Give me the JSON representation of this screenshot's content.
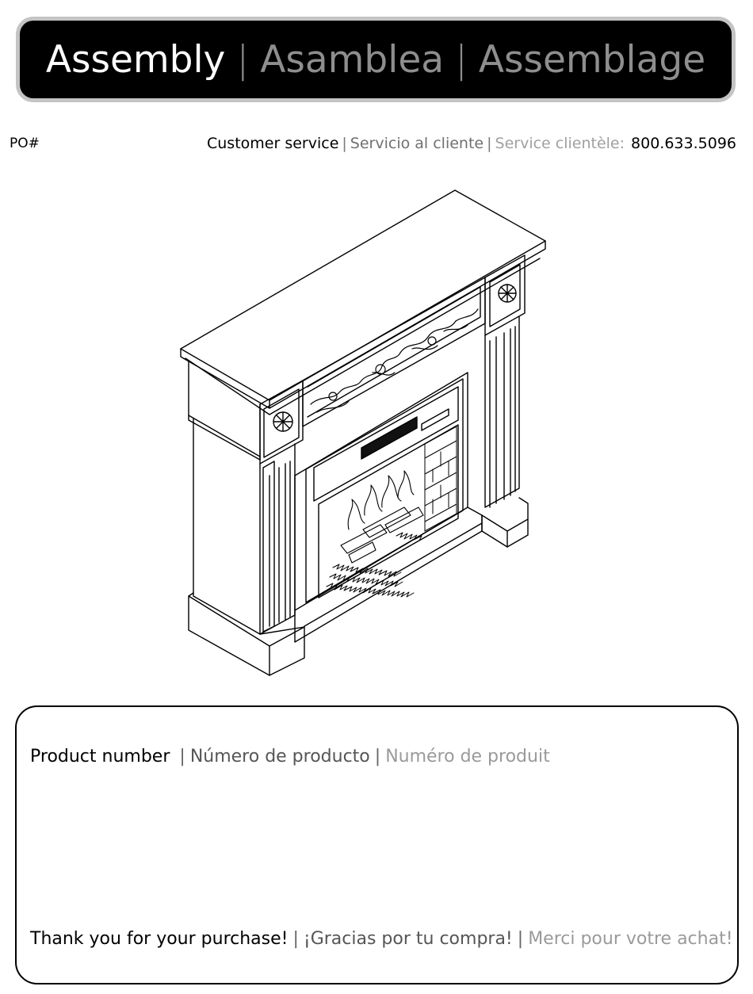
{
  "header": {
    "title_en": "Assembly",
    "title_es": "Asamblea",
    "title_fr": "Assemblage",
    "separator": "|"
  },
  "po_label": "PO#",
  "customer_service": {
    "label_en": "Customer service",
    "label_es": "Servicio al cliente",
    "label_fr": "Service clientèle:",
    "phone": "800.633.5096"
  },
  "illustration": {
    "subject": "electric-fireplace-mantel",
    "line_color": "#000000"
  },
  "info_box": {
    "product_number_en": "Product number",
    "product_number_es": "Número de producto",
    "product_number_fr": "Numéro de produit",
    "thanks_en": "Thank you for your purchase!",
    "thanks_es": "¡Gracias por tu compra!",
    "thanks_fr": "Merci pour votre achat!"
  },
  "colors": {
    "banner_bg": "#000000",
    "banner_border": "#c4c4c4",
    "primary_text": "#000000",
    "secondary_gray": "#707070",
    "tertiary_gray": "#a0a0a0"
  }
}
